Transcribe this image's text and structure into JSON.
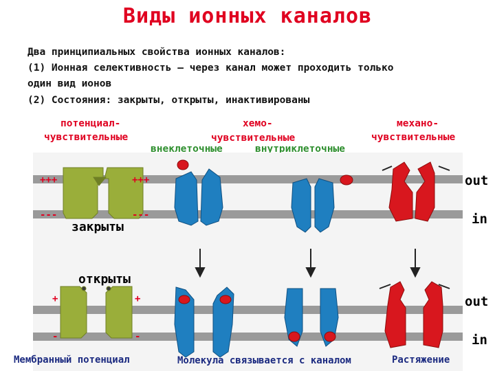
{
  "title": "Виды ионных каналов",
  "intro": {
    "line1": "Два принципиальных свойства ионных каналов:",
    "line2": "(1) Ионная селективность – через канал может проходить только",
    "line3": "один вид ионов",
    "line4": "(2) Состояния: закрыты, открыты, инактивированы"
  },
  "categories": {
    "voltage_line1": "потенциал-",
    "voltage_line2": "чувствительные",
    "chemo_line1": "хемо-",
    "chemo_line2": "чувствительные",
    "mechano_line1": "механо-",
    "mechano_line2": "чувствительные",
    "extracellular": "внеклеточные",
    "intracellular": "внутриклеточные"
  },
  "states": {
    "closed": "закрыты",
    "open": "открыты"
  },
  "signs": {
    "plus_big": "+++",
    "minus_big": "---",
    "plus": "+",
    "minus": "-"
  },
  "sides": {
    "out": "out",
    "in": "in"
  },
  "captions": {
    "voltage": "Мембранный потенциал",
    "chemo": "Молекула связывается с каналом",
    "mechano": "Растяжение"
  },
  "colors": {
    "title": "#e00020",
    "olive": "#9aae3a",
    "blue": "#1f7fc0",
    "red": "#d8171e",
    "membrane": "#9a9a9a"
  }
}
